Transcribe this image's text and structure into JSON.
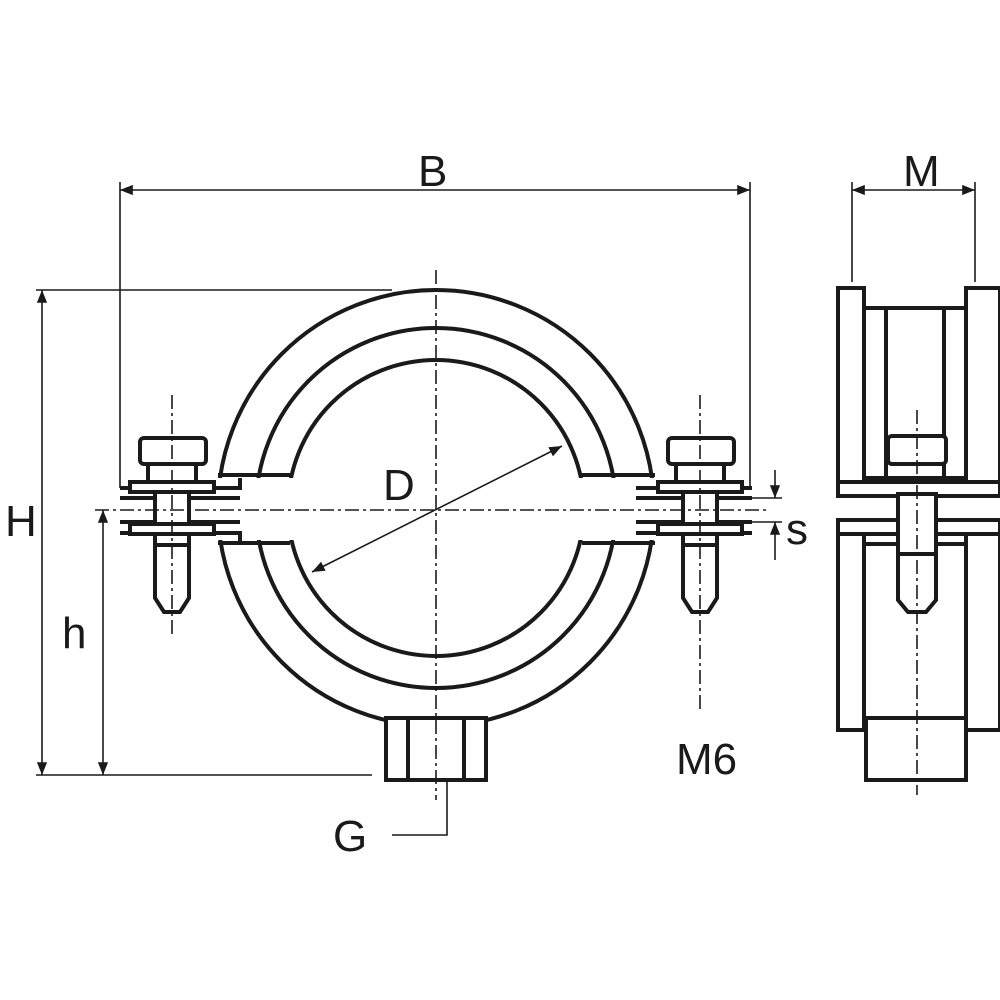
{
  "title": "Pipe clamp dimension drawing",
  "labels": {
    "B": "B",
    "M": "M",
    "H": "H",
    "D": "D",
    "s": "s",
    "h": "h",
    "G": "G",
    "M6": "M6"
  },
  "colors": {
    "line": "#1a1a1a",
    "background": "#ffffff"
  }
}
